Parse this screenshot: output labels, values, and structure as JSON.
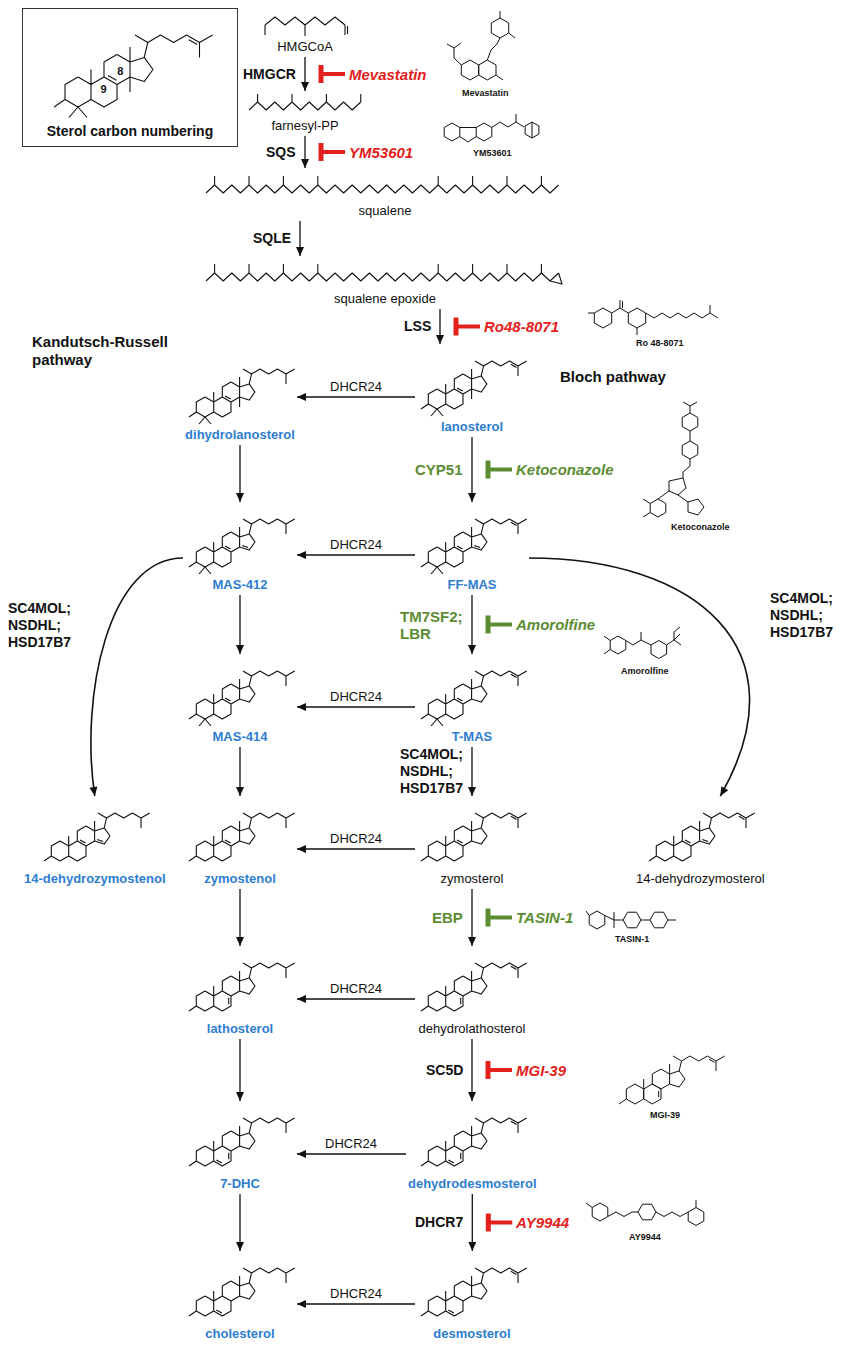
{
  "diagram": {
    "nodes": [
      {
        "text": [
          "Sterol carbon numbering"
        ]
      },
      {
        "text": [
          "HMGCoA"
        ]
      },
      {
        "text": [
          "farnesyl-PP"
        ]
      },
      {
        "text": [
          "squalene"
        ]
      },
      {
        "text": [
          "squalene epoxide"
        ]
      },
      {
        "text": [
          "lanosterol"
        ]
      },
      {
        "text": [
          "dihydrolanosterol"
        ]
      },
      {
        "text": [
          "FF-MAS"
        ]
      },
      {
        "text": [
          "MAS-412"
        ]
      },
      {
        "text": [
          "T-MAS"
        ]
      },
      {
        "text": [
          "MAS-414"
        ]
      },
      {
        "text": [
          "zymosterol"
        ]
      },
      {
        "text": [
          "zymostenol"
        ]
      },
      {
        "text": [
          "14-dehydrozymostenol"
        ]
      },
      {
        "text": [
          "14-dehydrozymosterol"
        ]
      },
      {
        "text": [
          "dehydrolathosterol"
        ]
      },
      {
        "text": [
          "lathosterol"
        ]
      },
      {
        "text": [
          "dehydrodesmosterol"
        ]
      },
      {
        "text": [
          "7-DHC"
        ]
      },
      {
        "text": [
          "desmosterol"
        ]
      },
      {
        "text": [
          "cholesterol"
        ]
      }
    ],
    "edges": [
      {
        "from": 1,
        "to": 2,
        "arrow": "to",
        "label": "HMGCR"
      },
      {
        "from": 2,
        "to": 3,
        "arrow": "to",
        "label": "SQS"
      },
      {
        "from": 3,
        "to": 4,
        "arrow": "to",
        "label": "SQLE"
      },
      {
        "from": 4,
        "to": 5,
        "arrow": "to",
        "label": "LSS"
      },
      {
        "from": 5,
        "to": 6,
        "arrow": "to",
        "label": "DHCR24"
      },
      {
        "from": 5,
        "to": 7,
        "arrow": "to",
        "label": "CYP51"
      },
      {
        "from": 6,
        "to": 8,
        "arrow": "to"
      },
      {
        "from": 7,
        "to": 8,
        "arrow": "to",
        "label": "DHCR24"
      },
      {
        "from": 7,
        "to": 9,
        "arrow": "to",
        "label": "TM7SF2; LBR"
      },
      {
        "from": 8,
        "to": 10,
        "arrow": "to"
      },
      {
        "from": 8,
        "to": 13,
        "arrow": "to",
        "label": "SC4MOL; NSDHL; HSD17B7"
      },
      {
        "from": 9,
        "to": 10,
        "arrow": "to",
        "label": "DHCR24"
      },
      {
        "from": 9,
        "to": 11,
        "arrow": "to",
        "label": "SC4MOL; NSDHL; HSD17B7"
      },
      {
        "from": 7,
        "to": 14,
        "arrow": "to",
        "label": "SC4MOL; NSDHL; HSD17B7"
      },
      {
        "from": 10,
        "to": 12,
        "arrow": "to"
      },
      {
        "from": 11,
        "to": 12,
        "arrow": "to",
        "label": "DHCR24"
      },
      {
        "from": 11,
        "to": 15,
        "arrow": "to",
        "label": "EBP"
      },
      {
        "from": 12,
        "to": 16,
        "arrow": "to"
      },
      {
        "from": 15,
        "to": 16,
        "arrow": "to",
        "label": "DHCR24"
      },
      {
        "from": 15,
        "to": 17,
        "arrow": "to",
        "label": "SC5D"
      },
      {
        "from": 16,
        "to": 18,
        "arrow": "to"
      },
      {
        "from": 17,
        "to": 18,
        "arrow": "to",
        "label": "DHCR24"
      },
      {
        "from": 17,
        "to": 19,
        "arrow": "to",
        "label": "DHCR7"
      },
      {
        "from": 18,
        "to": 20,
        "arrow": "to"
      },
      {
        "from": 19,
        "to": 20,
        "arrow": "to",
        "label": "DHCR24"
      }
    ],
    "labels": [
      "9",
      "8",
      "Mevastatin",
      "Mevastatin",
      "YM53601",
      "YM53601",
      "Ro48-8071",
      "Ro 48-8071",
      "Kandutsch-Russell pathway",
      "Bloch pathway",
      "Ketoconazole",
      "Ketoconazole",
      "Amorolfine",
      "Amorolfine",
      "TASIN-1",
      "TASIN-1",
      "MGI-39",
      "MGI-39",
      "AY9944",
      "AY9944"
    ]
  }
}
